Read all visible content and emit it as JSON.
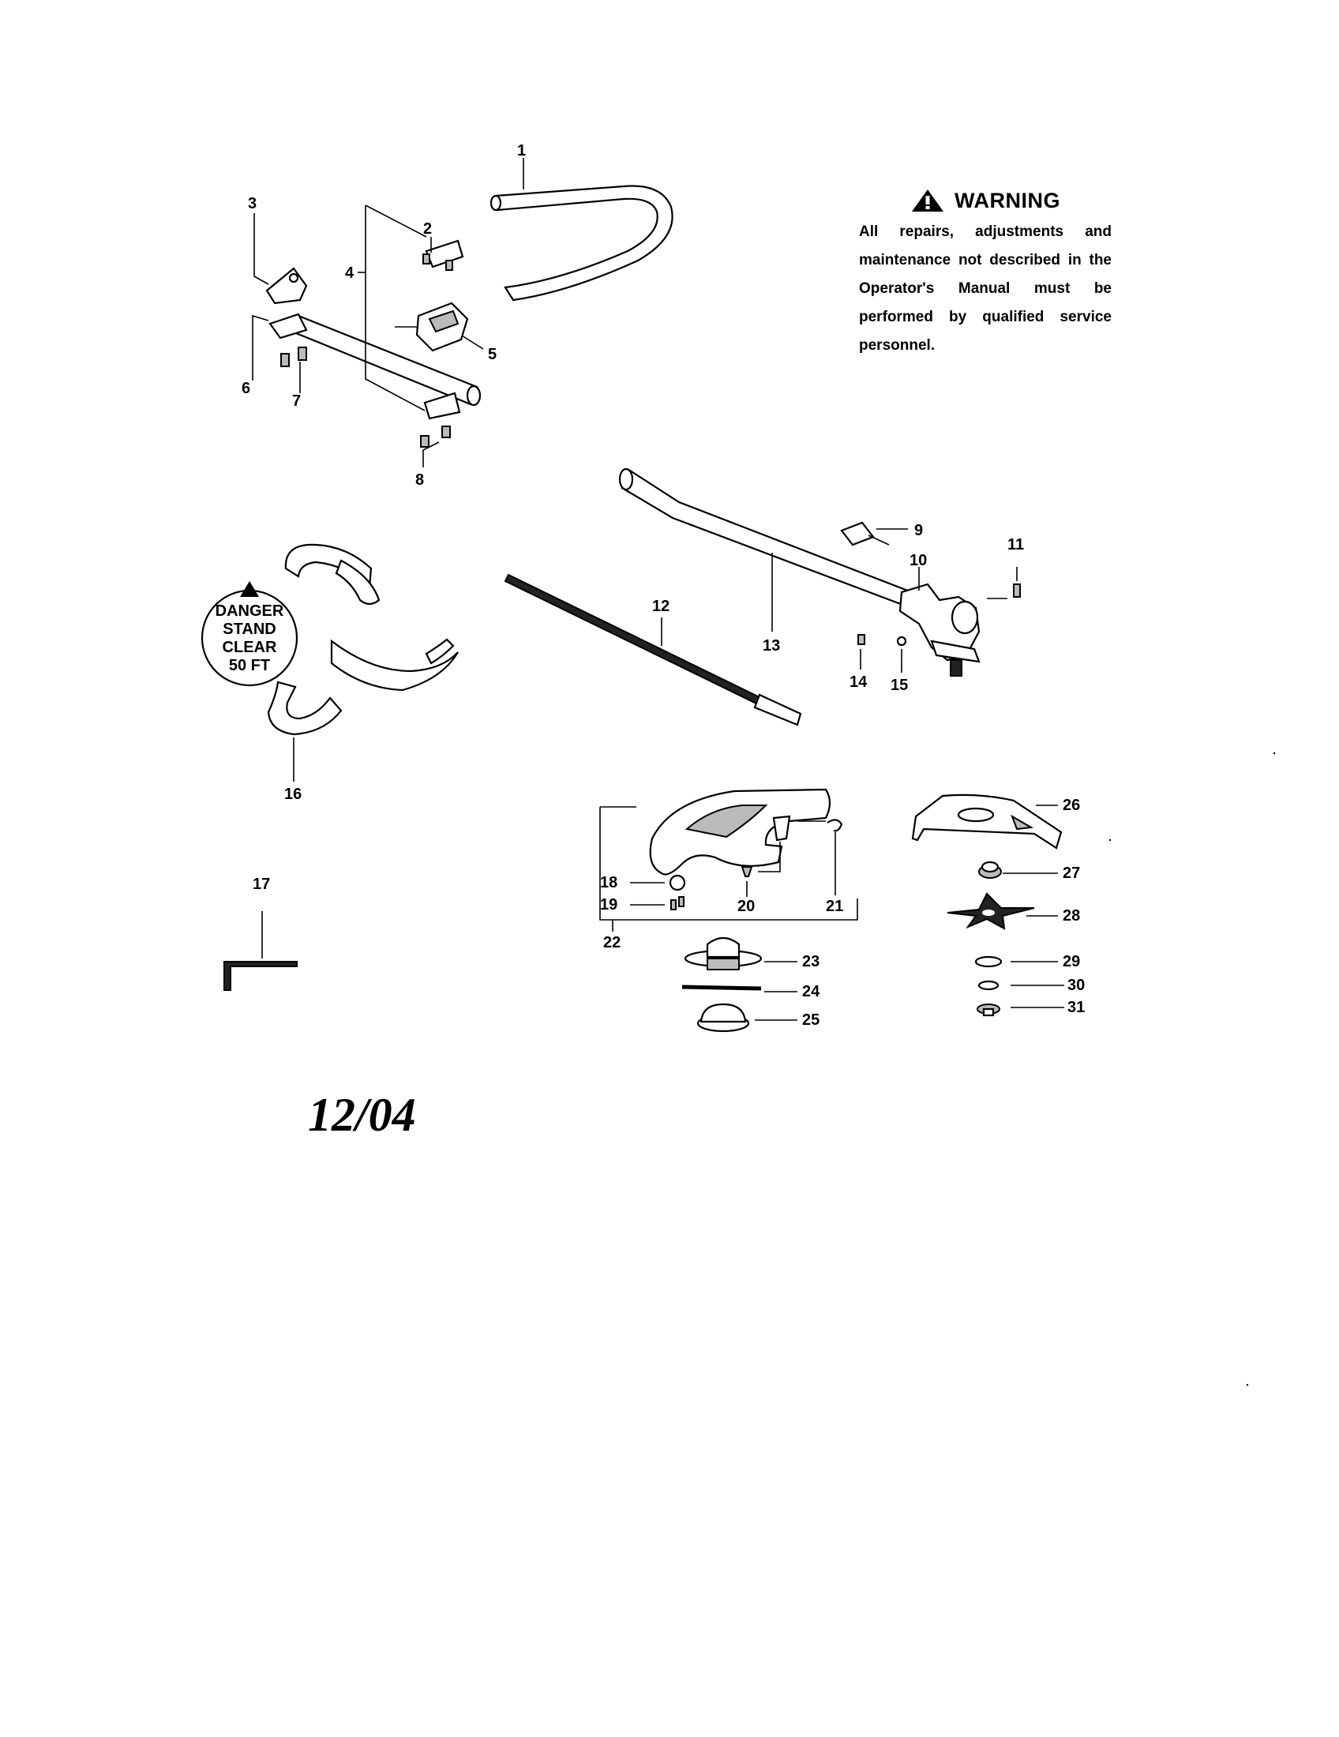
{
  "warning": {
    "icon": "warning-triangle-icon",
    "title": "WARNING",
    "text": "All repairs, adjustments and maintenance not described in the Operator's Manual must be performed by qualified service personnel."
  },
  "danger_sign": {
    "icon": "warning-triangle-icon",
    "lines": [
      "DANGER",
      "STAND",
      "CLEAR",
      "50 FT"
    ]
  },
  "date": "12/04",
  "callouts": [
    "1",
    "2",
    "3",
    "4",
    "5",
    "6",
    "7",
    "8",
    "9",
    "10",
    "11",
    "12",
    "13",
    "14",
    "15",
    "16",
    "17",
    "18",
    "19",
    "20",
    "21",
    "22",
    "23",
    "24",
    "25",
    "26",
    "27",
    "28",
    "29",
    "30",
    "31"
  ]
}
